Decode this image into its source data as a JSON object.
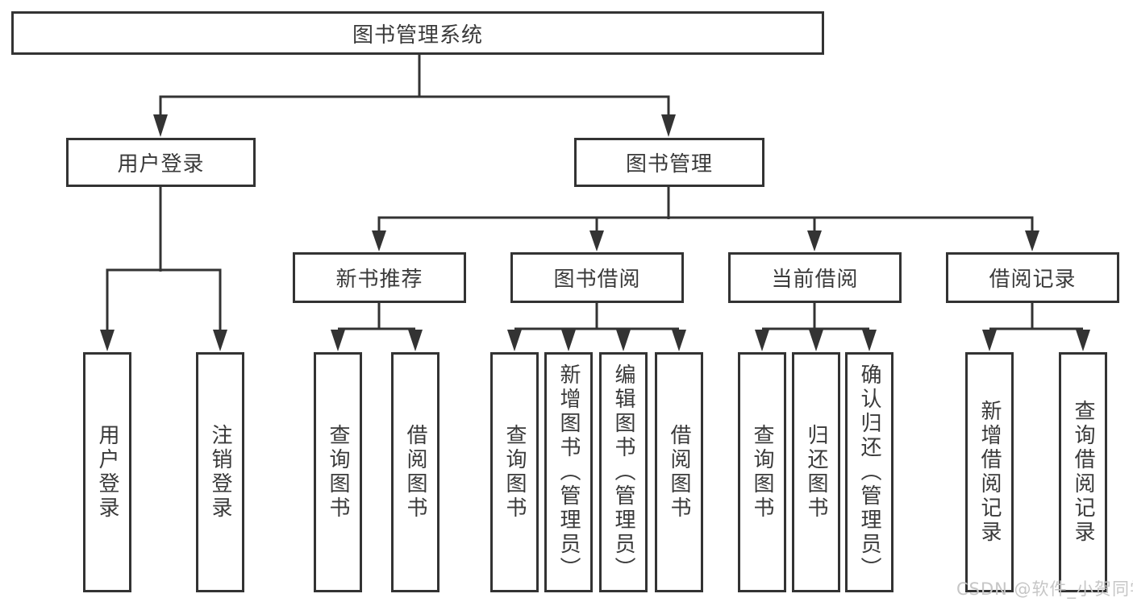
{
  "nodes": {
    "root": "图书管理系统",
    "user_login_branch": "用户登录",
    "book_management": "图书管理",
    "new_book_recommend": "新书推荐",
    "book_borrowing": "图书借阅",
    "current_borrowing": "当前借阅",
    "borrowing_records": "借阅记录",
    "user_login": "用户登录",
    "logout": "注销登录",
    "nb_query_books": "查询图书",
    "nb_borrow_books": "借阅图书",
    "bb_query_books": "查询图书",
    "bb_add_books_admin": "新增图书（管理员）",
    "bb_edit_books_admin": "编辑图书（管理员）",
    "bb_borrow_books": "借阅图书",
    "cb_query_books": "查询图书",
    "cb_return_books": "归还图书",
    "cb_confirm_return_admin": "确认归还（管理员）",
    "br_add_record": "新增借阅记录",
    "br_query_record": "查询借阅记录"
  },
  "watermark": "CSDN @软件_小贺同学",
  "colors": {
    "line": "#333333",
    "text": "#3a3a3a",
    "background": "#ffffff",
    "watermark": "#c6c6c6"
  }
}
